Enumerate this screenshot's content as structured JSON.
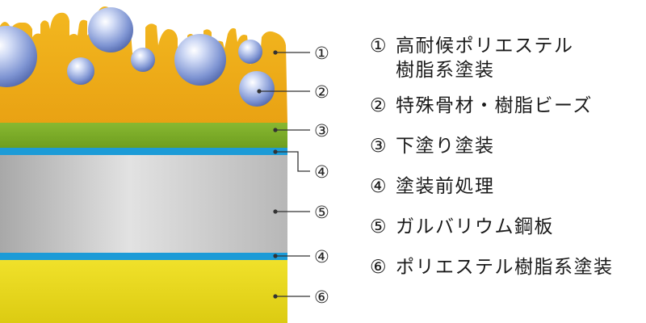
{
  "callouts": [
    "①",
    "②",
    "③",
    "④",
    "④",
    "⑤",
    "④",
    "⑥"
  ],
  "legend": [
    {
      "num": "①",
      "text": "高耐候ポリエステル\n樹脂系塗装"
    },
    {
      "num": "②",
      "text": "特殊骨材・樹脂ビーズ"
    },
    {
      "num": "③",
      "text": "下塗り塗装"
    },
    {
      "num": "④",
      "text": "塗装前処理"
    },
    {
      "num": "⑤",
      "text": "ガルバリウム鋼板"
    },
    {
      "num": "⑥",
      "text": "ポリエステル樹脂系塗装"
    }
  ],
  "colors": {
    "topcoat": "#efa91c",
    "primer": "#7aab26",
    "pretreatment": "#1c9bd7",
    "steel": "#c4c4c4",
    "backcoat": "#e8d81c",
    "bead": "#8ea5de"
  }
}
